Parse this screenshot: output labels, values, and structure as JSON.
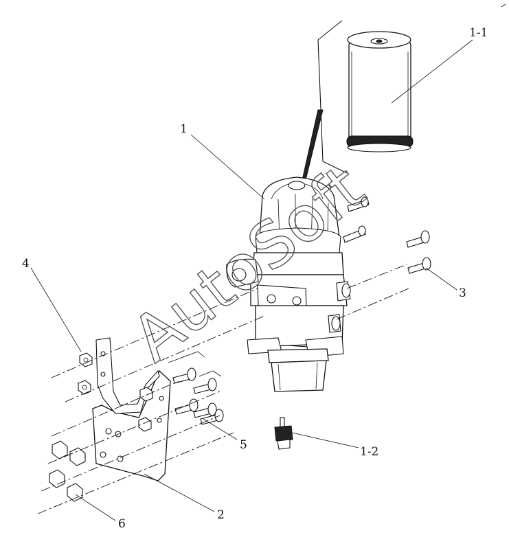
{
  "diagram": {
    "watermark": "AutoSoft",
    "callouts": [
      {
        "id": "1",
        "label": "1"
      },
      {
        "id": "1-1",
        "label": "1-1"
      },
      {
        "id": "1-2",
        "label": "1-2"
      },
      {
        "id": "2",
        "label": "2"
      },
      {
        "id": "3",
        "label": "3"
      },
      {
        "id": "4",
        "label": "4"
      },
      {
        "id": "5",
        "label": "5"
      },
      {
        "id": "6",
        "label": "6"
      }
    ]
  }
}
